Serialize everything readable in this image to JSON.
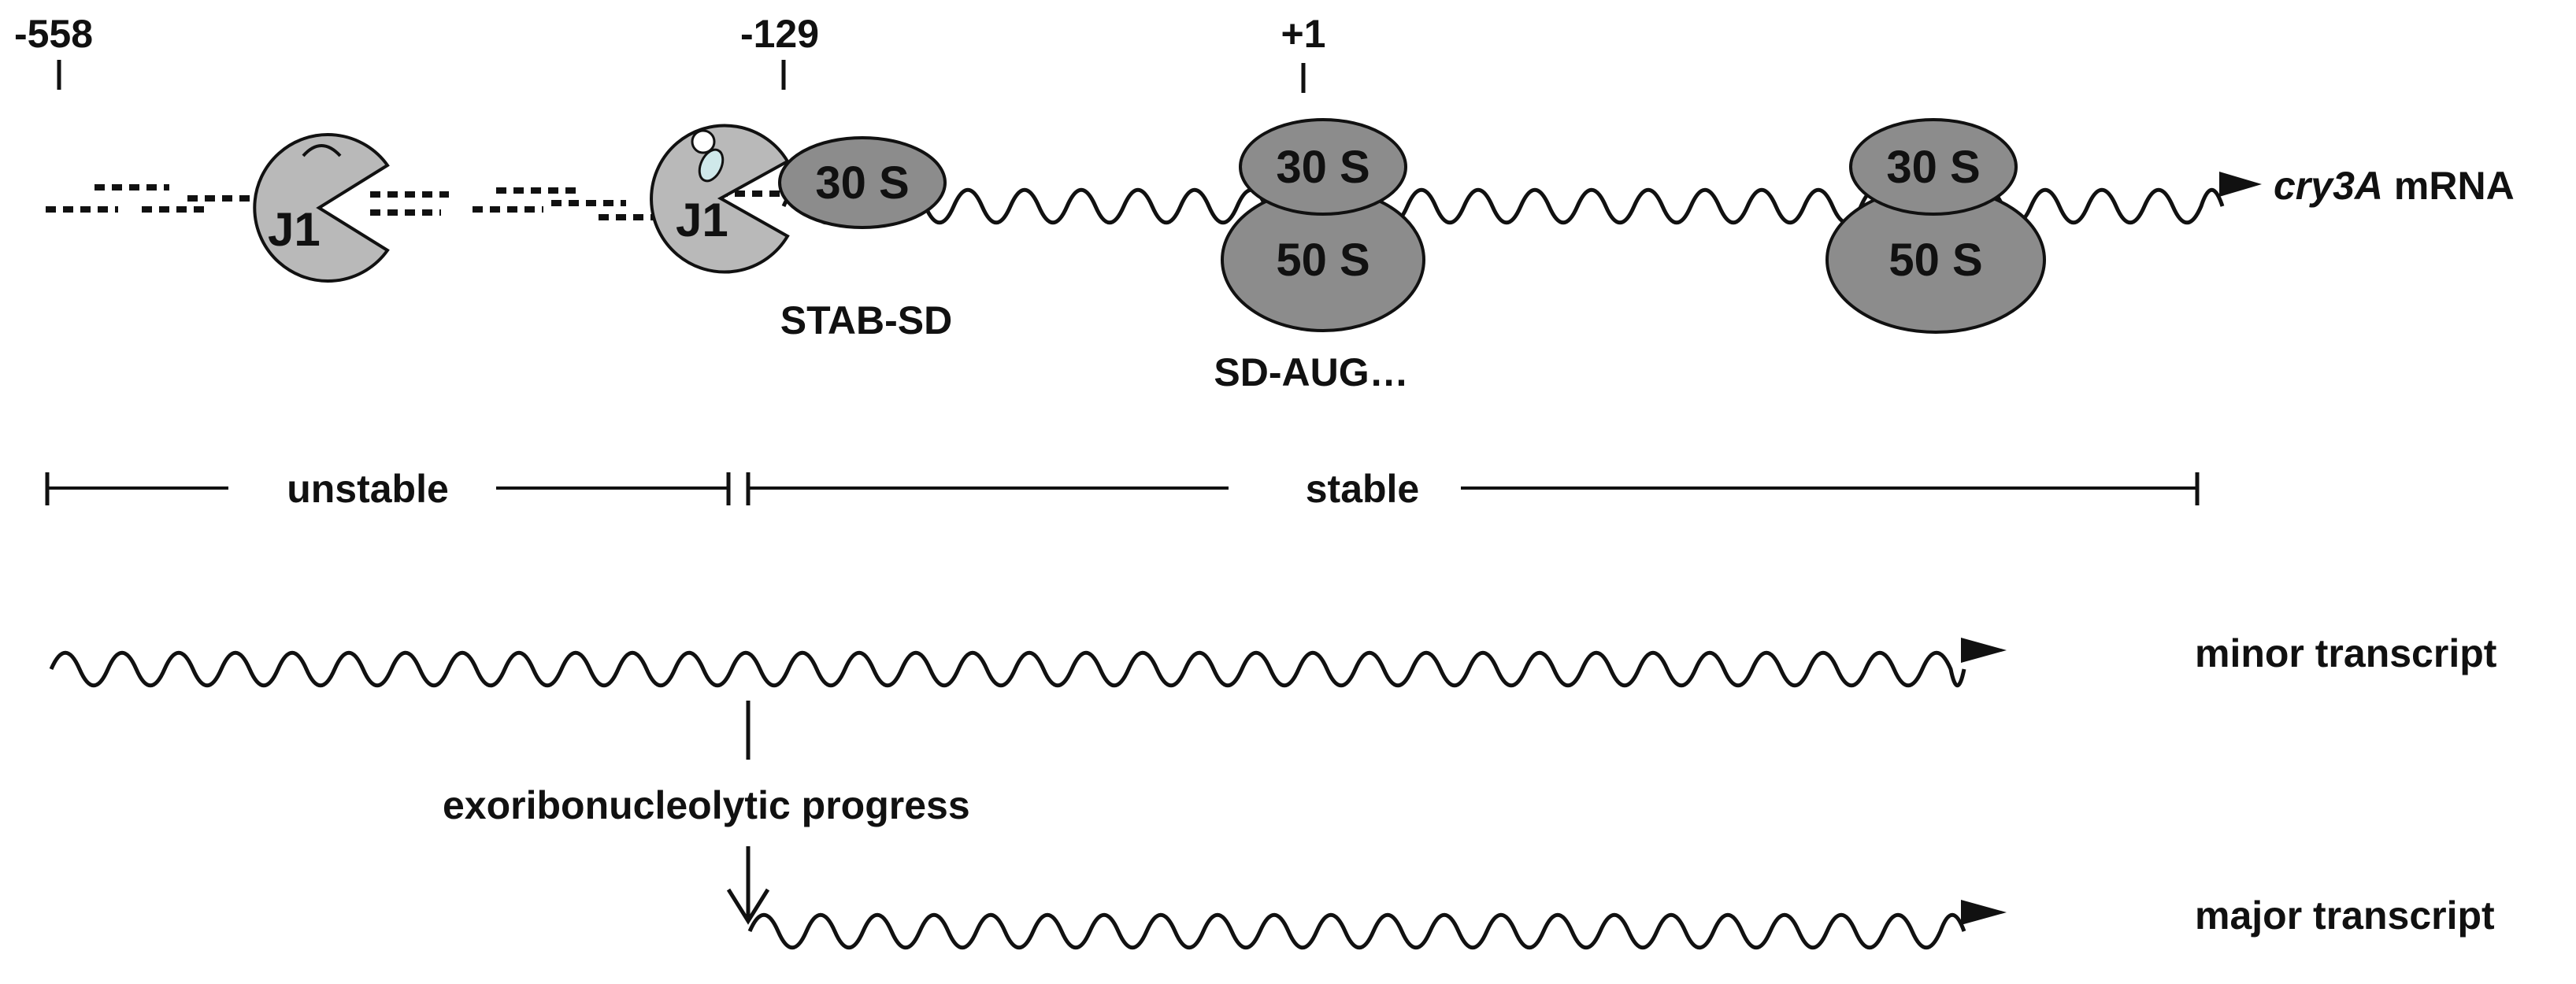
{
  "positions": [
    {
      "label": "-558"
    },
    {
      "label": "-129"
    },
    {
      "label": "+1"
    }
  ],
  "enzymes": [
    {
      "label": "J1"
    },
    {
      "label": "J1"
    }
  ],
  "ribosomes": {
    "small_subunit": "30 S",
    "large_subunit": "50 S"
  },
  "mrna": {
    "gene_italic": "cry3A",
    "suffix": " mRNA"
  },
  "site_labels": {
    "stab_sd": "STAB-SD",
    "sd_aug": "SD-AUG…"
  },
  "regions": {
    "unstable": "unstable",
    "stable": "stable"
  },
  "transcripts": {
    "minor": "minor  transcript",
    "major": "major transcript"
  },
  "process_label": "exoribonucleolytic progress",
  "colors": {
    "ribosome_fill": "#8c8c8c",
    "j1_fill": "#b9b9b9",
    "cofactor_fill": "#cfe8ea",
    "line": "#111111"
  }
}
